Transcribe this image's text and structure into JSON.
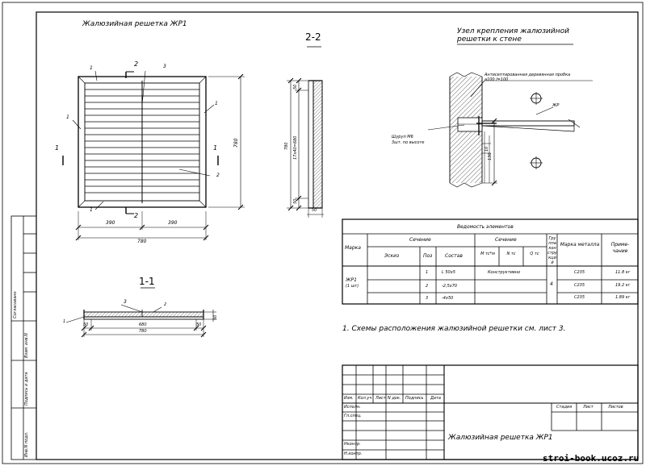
{
  "titles": {
    "grille": "Жалюзийная решетка ЖР1",
    "section_2_2": "2-2",
    "section_1_1": "1-1",
    "node_line1": "Узел крепления жалюзийной",
    "node_line2": "решетки к стене"
  },
  "grille_view": {
    "cut_mark": "2",
    "callout_1": "1",
    "callout_2": "2",
    "callout_3": "3",
    "side_mark": "1",
    "half_left": "390",
    "half_right": "390",
    "total_width": "780",
    "height": "780"
  },
  "section_2_2": {
    "dim_top": "50",
    "dim_total": "780",
    "dim_middle": "17x40=680",
    "dim_bottom": "50",
    "dim_width": "50"
  },
  "section_1_1": {
    "callout_1": "1",
    "callout_3": "3",
    "callout_2": "2",
    "dim_left": "50",
    "dim_middle": "680",
    "dim_right": "50",
    "dim_total": "780",
    "dim_side": "50"
  },
  "node": {
    "plug_line1": "Антисептированная деревянная пробка",
    "plug_line2": "a100 l=100",
    "ref": "ЖР",
    "screw_line1": "Шуруп М6",
    "screw_line2": "3шт. по высоте",
    "dim_10": "10",
    "dim_130": "130"
  },
  "spec_table": {
    "title": "Ведомость элементов",
    "headers": {
      "mark": "Марка",
      "section1": "Сечение",
      "section2": "Сечение",
      "group": "Группа конструкций",
      "steel": "Марка металла",
      "note": "Приме-чание",
      "zone": "Эскиз",
      "pos": "Поз",
      "composition": "Состав",
      "m": "М тс*м",
      "n": "N тс",
      "q": "Q тс"
    },
    "mark_value": "ЖР1",
    "mark_count": "(1 шт)",
    "group_value": "4",
    "rows": [
      {
        "pos": "1",
        "comp": "L 50x5",
        "load": "Конструктивно",
        "steel": "С235",
        "note": "11.8 кг"
      },
      {
        "pos": "2",
        "comp": "-2,5x70",
        "load": "",
        "steel": "С235",
        "note": "19.2 кг"
      },
      {
        "pos": "3",
        "comp": "-4x50",
        "load": "",
        "steel": "С235",
        "note": "1.89 кг"
      }
    ]
  },
  "note_text": "1. Схемы расположения жалюзийной решетки см. лист 3.",
  "title_block": {
    "cols": [
      "Изм.",
      "Кол.уч",
      "Лист",
      "N док.",
      "Подпись",
      "Дата"
    ],
    "roles": [
      "Исполн.",
      "Гл.спец.",
      "",
      "",
      "Нконтр.",
      "Н.контр."
    ],
    "stage": "Стадия",
    "sheet": "Лист",
    "sheets": "Листов",
    "name": "Жалюзийная решетка ЖР1"
  },
  "side_stamp": {
    "agreed": "Согласовано",
    "replace": "Взам. инв.N",
    "sign_date": "Подпись и дата",
    "inv": "Инв.N подл."
  },
  "watermark": "stroi-book.ucoz.ru"
}
